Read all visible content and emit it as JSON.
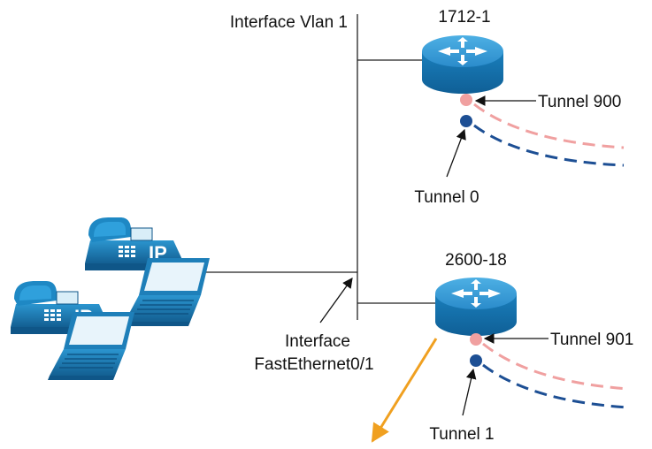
{
  "labels": {
    "interface_vlan": "Interface Vlan 1",
    "router_top": "1712-1",
    "router_bottom": "2600-18",
    "tunnel_900": "Tunnel 900",
    "tunnel_0": "Tunnel 0",
    "tunnel_901": "Tunnel 901",
    "tunnel_1": "Tunnel 1",
    "interface_fe_line1": "Interface",
    "interface_fe_line2": "FastEthernet0/1"
  },
  "phones": [
    {
      "badge": "IP"
    },
    {
      "badge": "IP"
    }
  ],
  "colors": {
    "router_fill": "#1b84c0",
    "router_top": "#3aa0d6",
    "device_fill": "#1d7fb8",
    "tunnel_pink": "#f0a0a0",
    "tunnel_blue": "#1d4f94",
    "arrow_orange": "#f0a020",
    "line": "#222222"
  },
  "icons": [
    "router-icon",
    "ip-phone-icon",
    "laptop-icon"
  ]
}
